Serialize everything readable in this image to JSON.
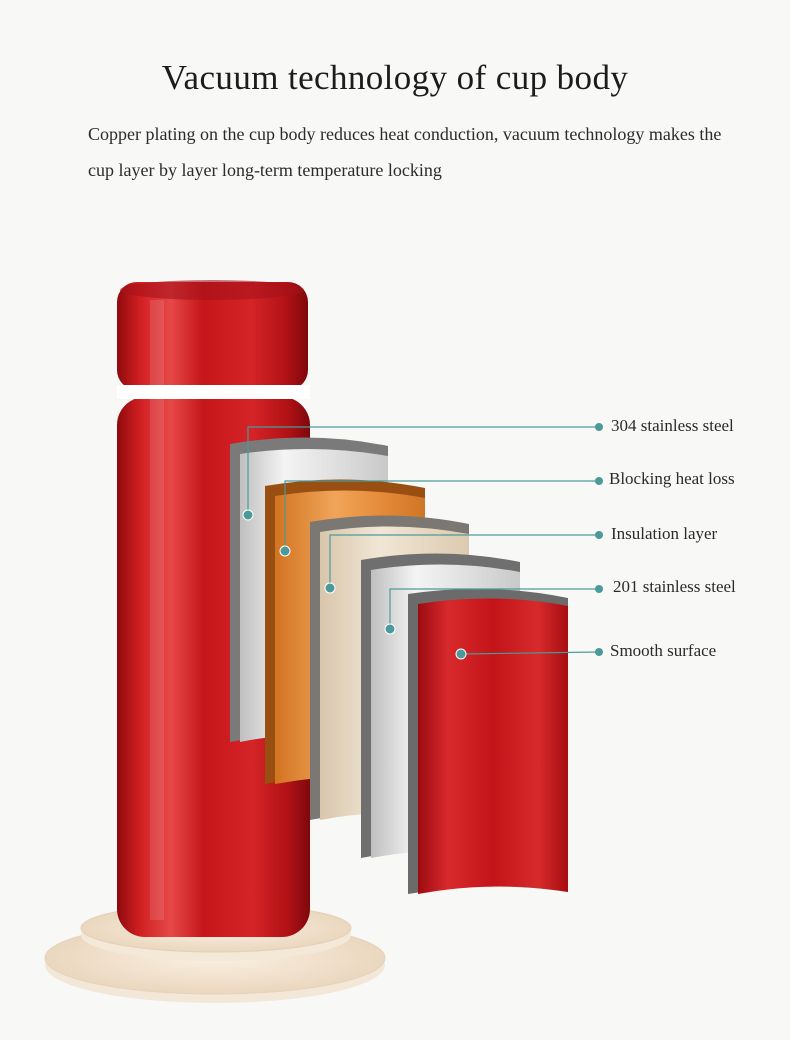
{
  "header": {
    "title": "Vacuum technology of cup body",
    "description": "Copper plating on the cup body reduces heat conduction, vacuum technology makes the cup layer by layer long-term temperature locking"
  },
  "layers": [
    {
      "label": "304 stainless steel",
      "color": "#d8d8d8"
    },
    {
      "label": "Blocking heat loss",
      "color": "#e08a33"
    },
    {
      "label": "Insulation layer",
      "color": "#e3d2b8"
    },
    {
      "label": "201 stainless steel",
      "color": "#d7d7d7"
    },
    {
      "label": "Smooth surface",
      "color": "#c11515"
    }
  ],
  "colors": {
    "cup_red": "#c9171a",
    "accent_teal": "#4b9a99",
    "background": "#f8f8f7"
  },
  "icons": [
    "thermos-cup",
    "layer-pointer-dot"
  ]
}
